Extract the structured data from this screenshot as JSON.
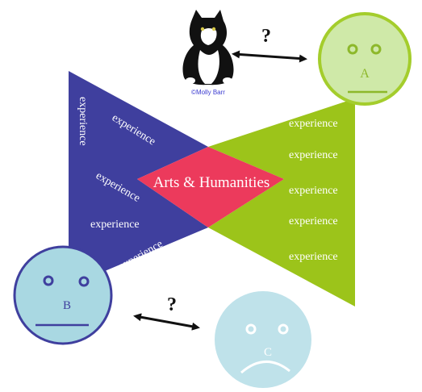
{
  "diagram": {
    "center_label": "Arts & Humanities",
    "question_mark": "?",
    "credit": "©Molly Barr",
    "faces": {
      "a": {
        "letter": "A",
        "expression": "neutral"
      },
      "b": {
        "letter": "B",
        "expression": "neutral"
      },
      "c": {
        "letter": "C",
        "expression": "sad"
      }
    },
    "left_experience_labels": [
      "experience",
      "experience",
      "experience",
      "experience",
      "experience"
    ],
    "right_experience_labels": [
      "experience",
      "experience",
      "experience",
      "experience",
      "experience"
    ]
  },
  "colors": {
    "left_triangle": "#3f3f9e",
    "right_triangle": "#9cc41a",
    "overlap": "#ec3a5c",
    "face_a_fill": "#cfe9a8",
    "face_a_stroke": "#a4cd2c",
    "face_b_fill": "#a9d8e2",
    "face_b_stroke": "#3f3f9e",
    "face_c_fill": "#bfe2ea",
    "face_feature_a": "#8db82a",
    "face_feature_b": "#3f3f9e",
    "face_feature_c": "#ffffff"
  },
  "icons": [
    "cat-photo-icon",
    "double-arrow-icon"
  ]
}
